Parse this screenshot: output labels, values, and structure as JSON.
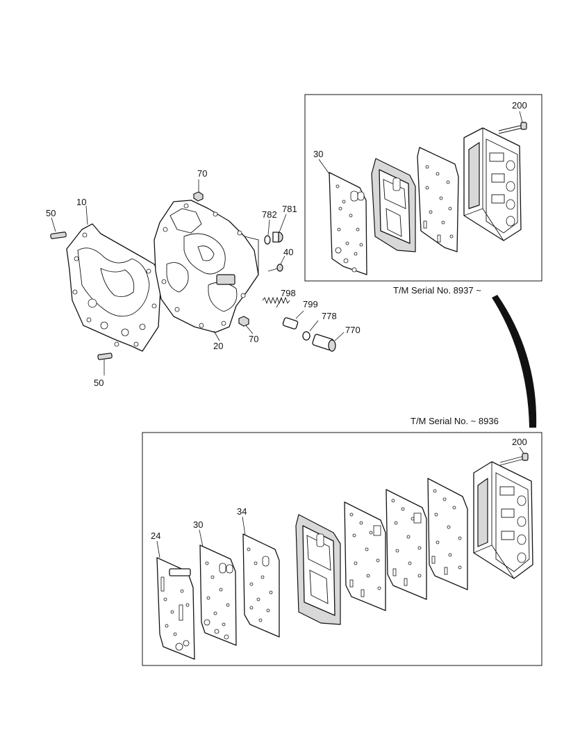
{
  "labels": {
    "l10": "10",
    "l20": "20",
    "l24": "24",
    "l30_top": "30",
    "l30_bottom": "30",
    "l34": "34",
    "l40": "40",
    "l50_top": "50",
    "l50_bottom": "50",
    "l70_top": "70",
    "l70_bottom": "70",
    "l200_top": "200",
    "l200_bottom": "200",
    "l770": "770",
    "l778": "778",
    "l781": "781",
    "l782": "782",
    "l798": "798",
    "l799": "799"
  },
  "serials": {
    "newer": "T/M Serial No. 8937 ~",
    "older": "T/M Serial No. ~ 8936"
  }
}
